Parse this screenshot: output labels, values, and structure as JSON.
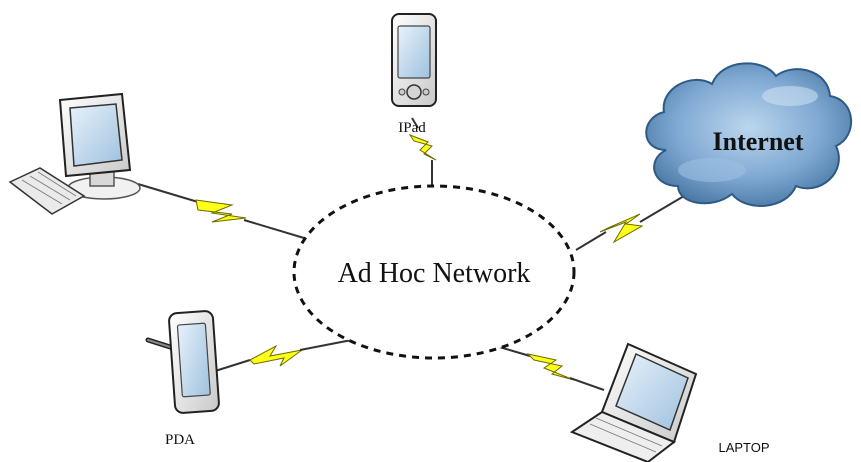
{
  "center": {
    "label": "Ad Hoc Network"
  },
  "nodes": {
    "ipad": {
      "label": "IPad"
    },
    "internet": {
      "label": "Internet"
    },
    "pda": {
      "label": "PDA"
    },
    "laptop": {
      "label": "LAPTOP"
    },
    "desktop": {
      "label": ""
    }
  },
  "colors": {
    "bolt": "#ffff1a",
    "bolt_outline": "#6b6b00",
    "cloud_dark": "#3f6f9f",
    "cloud_light": "#a9c8e6",
    "screen": "#cfe3f3",
    "device_body": "#eeeeee",
    "outline": "#222222"
  }
}
